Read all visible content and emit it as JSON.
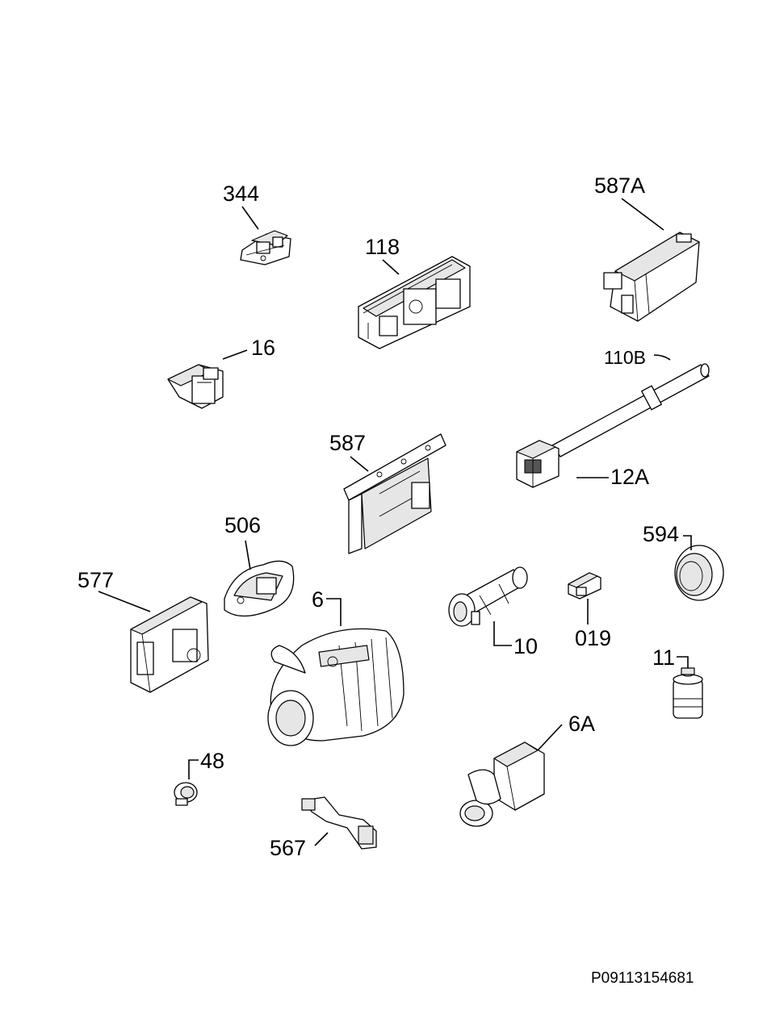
{
  "labels": {
    "p344": "344",
    "p587A": "587A",
    "p118": "118",
    "p16": "16",
    "p110B": "110B",
    "p587": "587",
    "p12A": "12A",
    "p506": "506",
    "p594": "594",
    "p577": "577",
    "p6": "6",
    "p10": "10",
    "p019": "019",
    "p11": "11",
    "p6A": "6A",
    "p48": "48",
    "p567": "567"
  },
  "reference_code": "P09113154681"
}
